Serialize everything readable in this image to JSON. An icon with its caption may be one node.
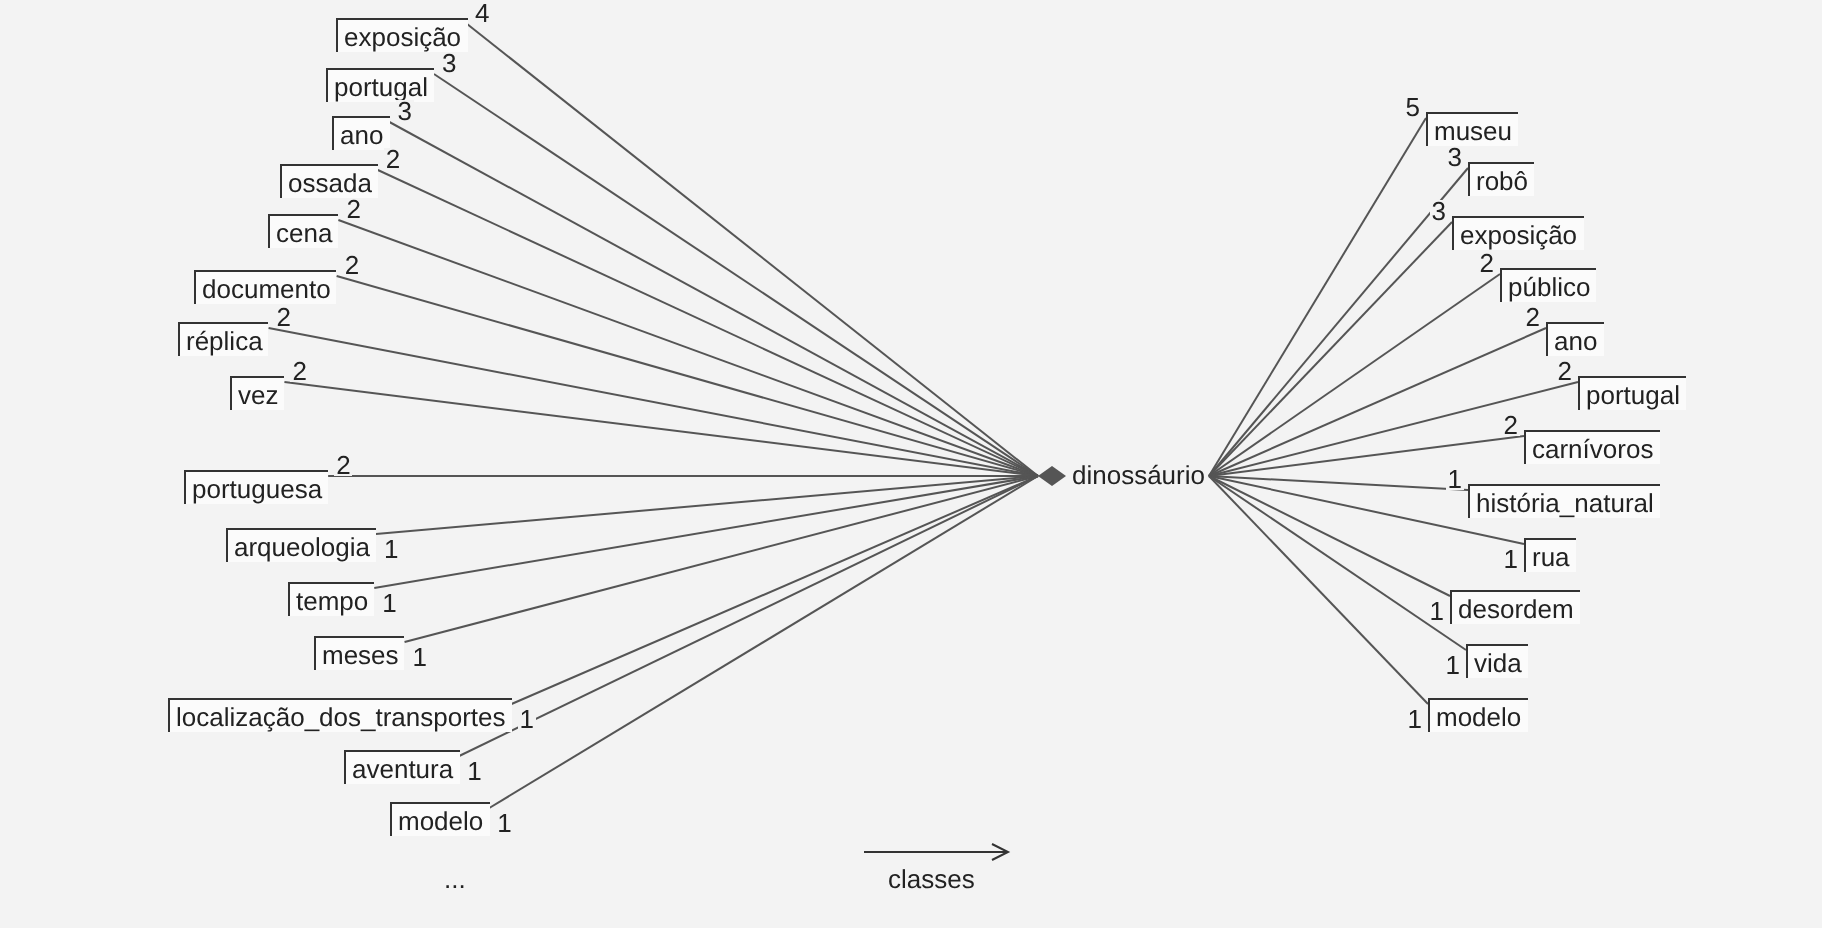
{
  "diagram": {
    "nodes": [
      {
        "text": [
          "exposição"
        ],
        "beside": [
          "4"
        ]
      },
      {
        "text": [
          "portugal"
        ],
        "beside": [
          "3"
        ]
      },
      {
        "text": [
          "ano"
        ],
        "beside": [
          "3"
        ]
      },
      {
        "text": [
          "ossada"
        ],
        "beside": [
          "2"
        ]
      },
      {
        "text": [
          "cena"
        ],
        "beside": [
          "2"
        ]
      },
      {
        "text": [
          "documento"
        ],
        "beside": [
          "2"
        ]
      },
      {
        "text": [
          "réplica"
        ],
        "beside": [
          "2"
        ]
      },
      {
        "text": [
          "vez"
        ],
        "beside": [
          "2"
        ]
      },
      {
        "text": [
          "portuguesa"
        ],
        "beside": [
          "2"
        ]
      },
      {
        "text": [
          "arqueologia"
        ],
        "beside": [
          "1"
        ]
      },
      {
        "text": [
          "tempo"
        ],
        "beside": [
          "1"
        ]
      },
      {
        "text": [
          "meses"
        ],
        "beside": [
          "1"
        ]
      },
      {
        "text": [
          "localização_dos_transportes"
        ],
        "beside": [
          "1"
        ]
      },
      {
        "text": [
          "aventura"
        ],
        "beside": [
          "1"
        ]
      },
      {
        "text": [
          "modelo"
        ],
        "beside": [
          "1"
        ]
      },
      {
        "text": [
          "dinossáurio"
        ]
      },
      {
        "text": [
          "museu"
        ],
        "beside": [
          "5"
        ]
      },
      {
        "text": [
          "robô"
        ],
        "beside": [
          "3"
        ]
      },
      {
        "text": [
          "exposição"
        ],
        "beside": [
          "3"
        ]
      },
      {
        "text": [
          "público"
        ],
        "beside": [
          "2"
        ]
      },
      {
        "text": [
          "ano"
        ],
        "beside": [
          "2"
        ]
      },
      {
        "text": [
          "portugal"
        ],
        "beside": [
          "2"
        ]
      },
      {
        "text": [
          "carnívoros"
        ],
        "beside": [
          "2"
        ]
      },
      {
        "text": [
          "história_natural"
        ],
        "beside": [
          "1"
        ]
      },
      {
        "text": [
          "rua"
        ],
        "beside": [
          "1"
        ]
      },
      {
        "text": [
          "desordem"
        ],
        "beside": [
          "1"
        ]
      },
      {
        "text": [
          "vida"
        ],
        "beside": [
          "1"
        ]
      },
      {
        "text": [
          "modelo"
        ],
        "beside": [
          "1"
        ]
      }
    ],
    "edges": [
      {
        "from": 15,
        "to": 0,
        "arrow": "none"
      },
      {
        "from": 15,
        "to": 1,
        "arrow": "none"
      },
      {
        "from": 15,
        "to": 2,
        "arrow": "none"
      },
      {
        "from": 15,
        "to": 3,
        "arrow": "none"
      },
      {
        "from": 15,
        "to": 4,
        "arrow": "none"
      },
      {
        "from": 15,
        "to": 5,
        "arrow": "none"
      },
      {
        "from": 15,
        "to": 6,
        "arrow": "none"
      },
      {
        "from": 15,
        "to": 7,
        "arrow": "none"
      },
      {
        "from": 15,
        "to": 8,
        "arrow": "none"
      },
      {
        "from": 15,
        "to": 9,
        "arrow": "none"
      },
      {
        "from": 15,
        "to": 10,
        "arrow": "none"
      },
      {
        "from": 15,
        "to": 11,
        "arrow": "none"
      },
      {
        "from": 15,
        "to": 12,
        "arrow": "none"
      },
      {
        "from": 15,
        "to": 13,
        "arrow": "none"
      },
      {
        "from": 15,
        "to": 14,
        "arrow": "none"
      },
      {
        "from": 15,
        "to": 16,
        "arrow": "none"
      },
      {
        "from": 15,
        "to": 17,
        "arrow": "none"
      },
      {
        "from": 15,
        "to": 18,
        "arrow": "none"
      },
      {
        "from": 15,
        "to": 19,
        "arrow": "none"
      },
      {
        "from": 15,
        "to": 20,
        "arrow": "none"
      },
      {
        "from": 15,
        "to": 21,
        "arrow": "none"
      },
      {
        "from": 15,
        "to": 22,
        "arrow": "none"
      },
      {
        "from": 15,
        "to": 23,
        "arrow": "none"
      },
      {
        "from": 15,
        "to": 24,
        "arrow": "none"
      },
      {
        "from": 15,
        "to": 25,
        "arrow": "none"
      },
      {
        "from": 15,
        "to": 26,
        "arrow": "none"
      },
      {
        "from": 15,
        "to": 27,
        "arrow": "none"
      }
    ],
    "labels": [
      "...",
      "classes"
    ]
  }
}
